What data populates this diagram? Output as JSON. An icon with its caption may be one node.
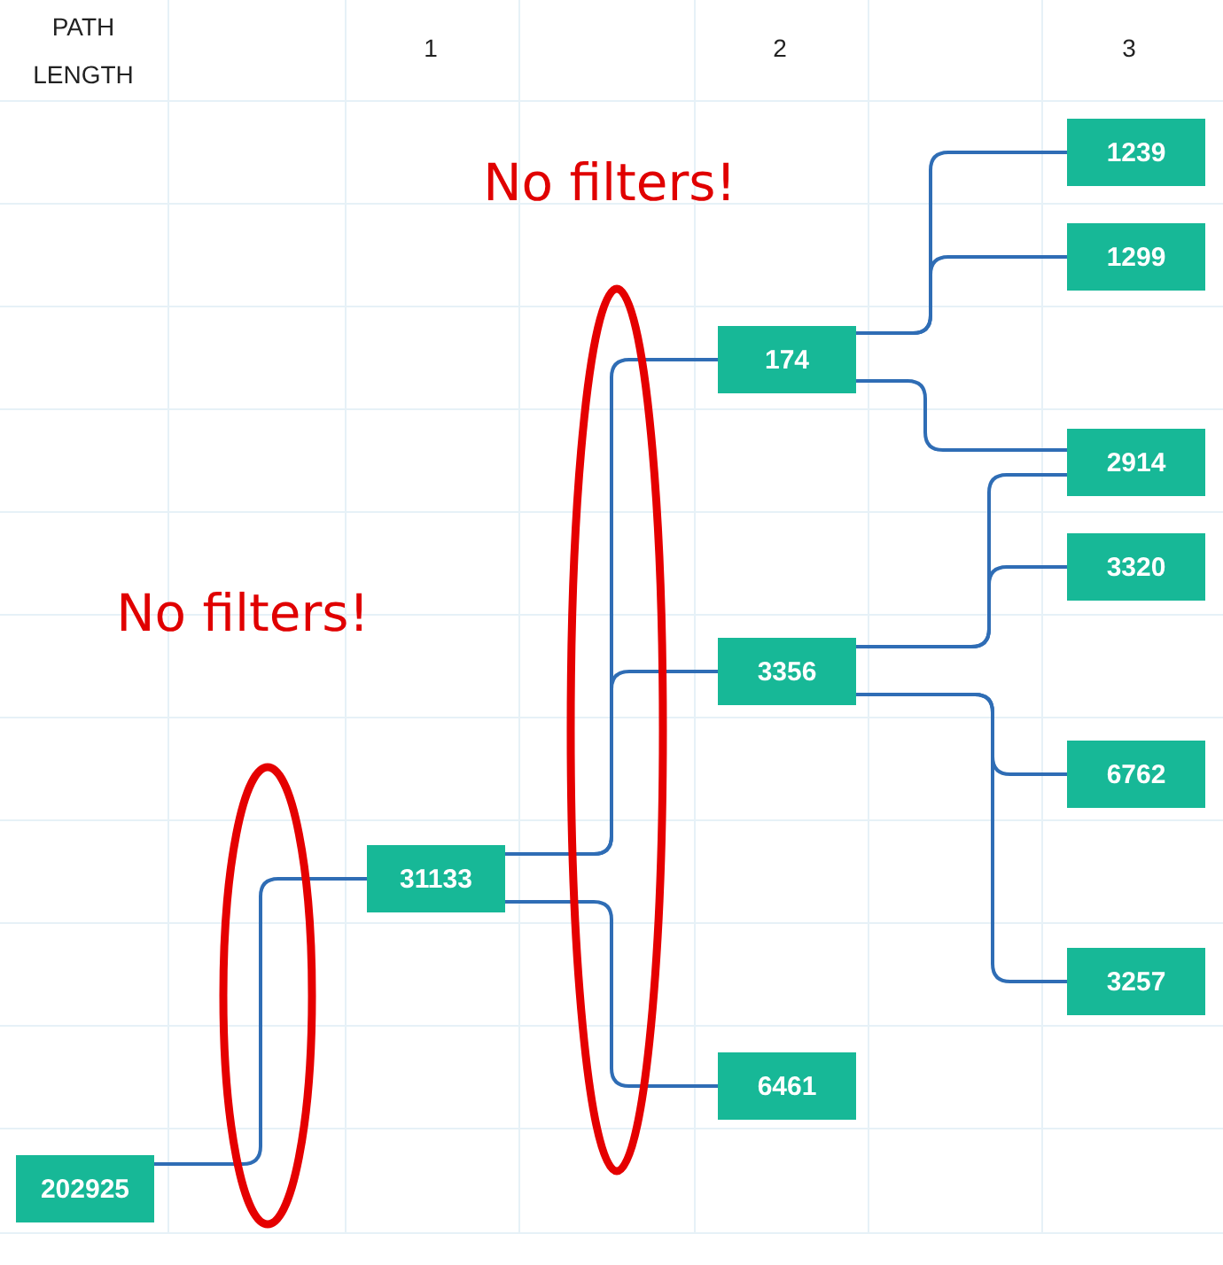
{
  "diagram": {
    "nodes": [
      {
        "text": [
          "202925"
        ]
      },
      {
        "text": [
          "31133"
        ]
      },
      {
        "text": [
          "174"
        ]
      },
      {
        "text": [
          "3356"
        ]
      },
      {
        "text": [
          "6461"
        ]
      },
      {
        "text": [
          "1239"
        ]
      },
      {
        "text": [
          "1299"
        ]
      },
      {
        "text": [
          "2914"
        ]
      },
      {
        "text": [
          "3320"
        ]
      },
      {
        "text": [
          "6762"
        ]
      },
      {
        "text": [
          "3257"
        ]
      }
    ],
    "edges": [
      {
        "from": 0,
        "to": 1,
        "arrow": "none"
      },
      {
        "from": 1,
        "to": 2,
        "arrow": "none"
      },
      {
        "from": 1,
        "to": 3,
        "arrow": "none"
      },
      {
        "from": 1,
        "to": 4,
        "arrow": "none"
      },
      {
        "from": 2,
        "to": 5,
        "arrow": "none"
      },
      {
        "from": 2,
        "to": 6,
        "arrow": "none"
      },
      {
        "from": 2,
        "to": 7,
        "arrow": "none"
      },
      {
        "from": 3,
        "to": 7,
        "arrow": "none"
      },
      {
        "from": 3,
        "to": 8,
        "arrow": "none"
      },
      {
        "from": 3,
        "to": 9,
        "arrow": "none"
      },
      {
        "from": 3,
        "to": 10,
        "arrow": "none"
      }
    ],
    "labels": [
      "PATH LENGTH",
      "1",
      "2",
      "3",
      "No filters!",
      "No filters!"
    ]
  }
}
